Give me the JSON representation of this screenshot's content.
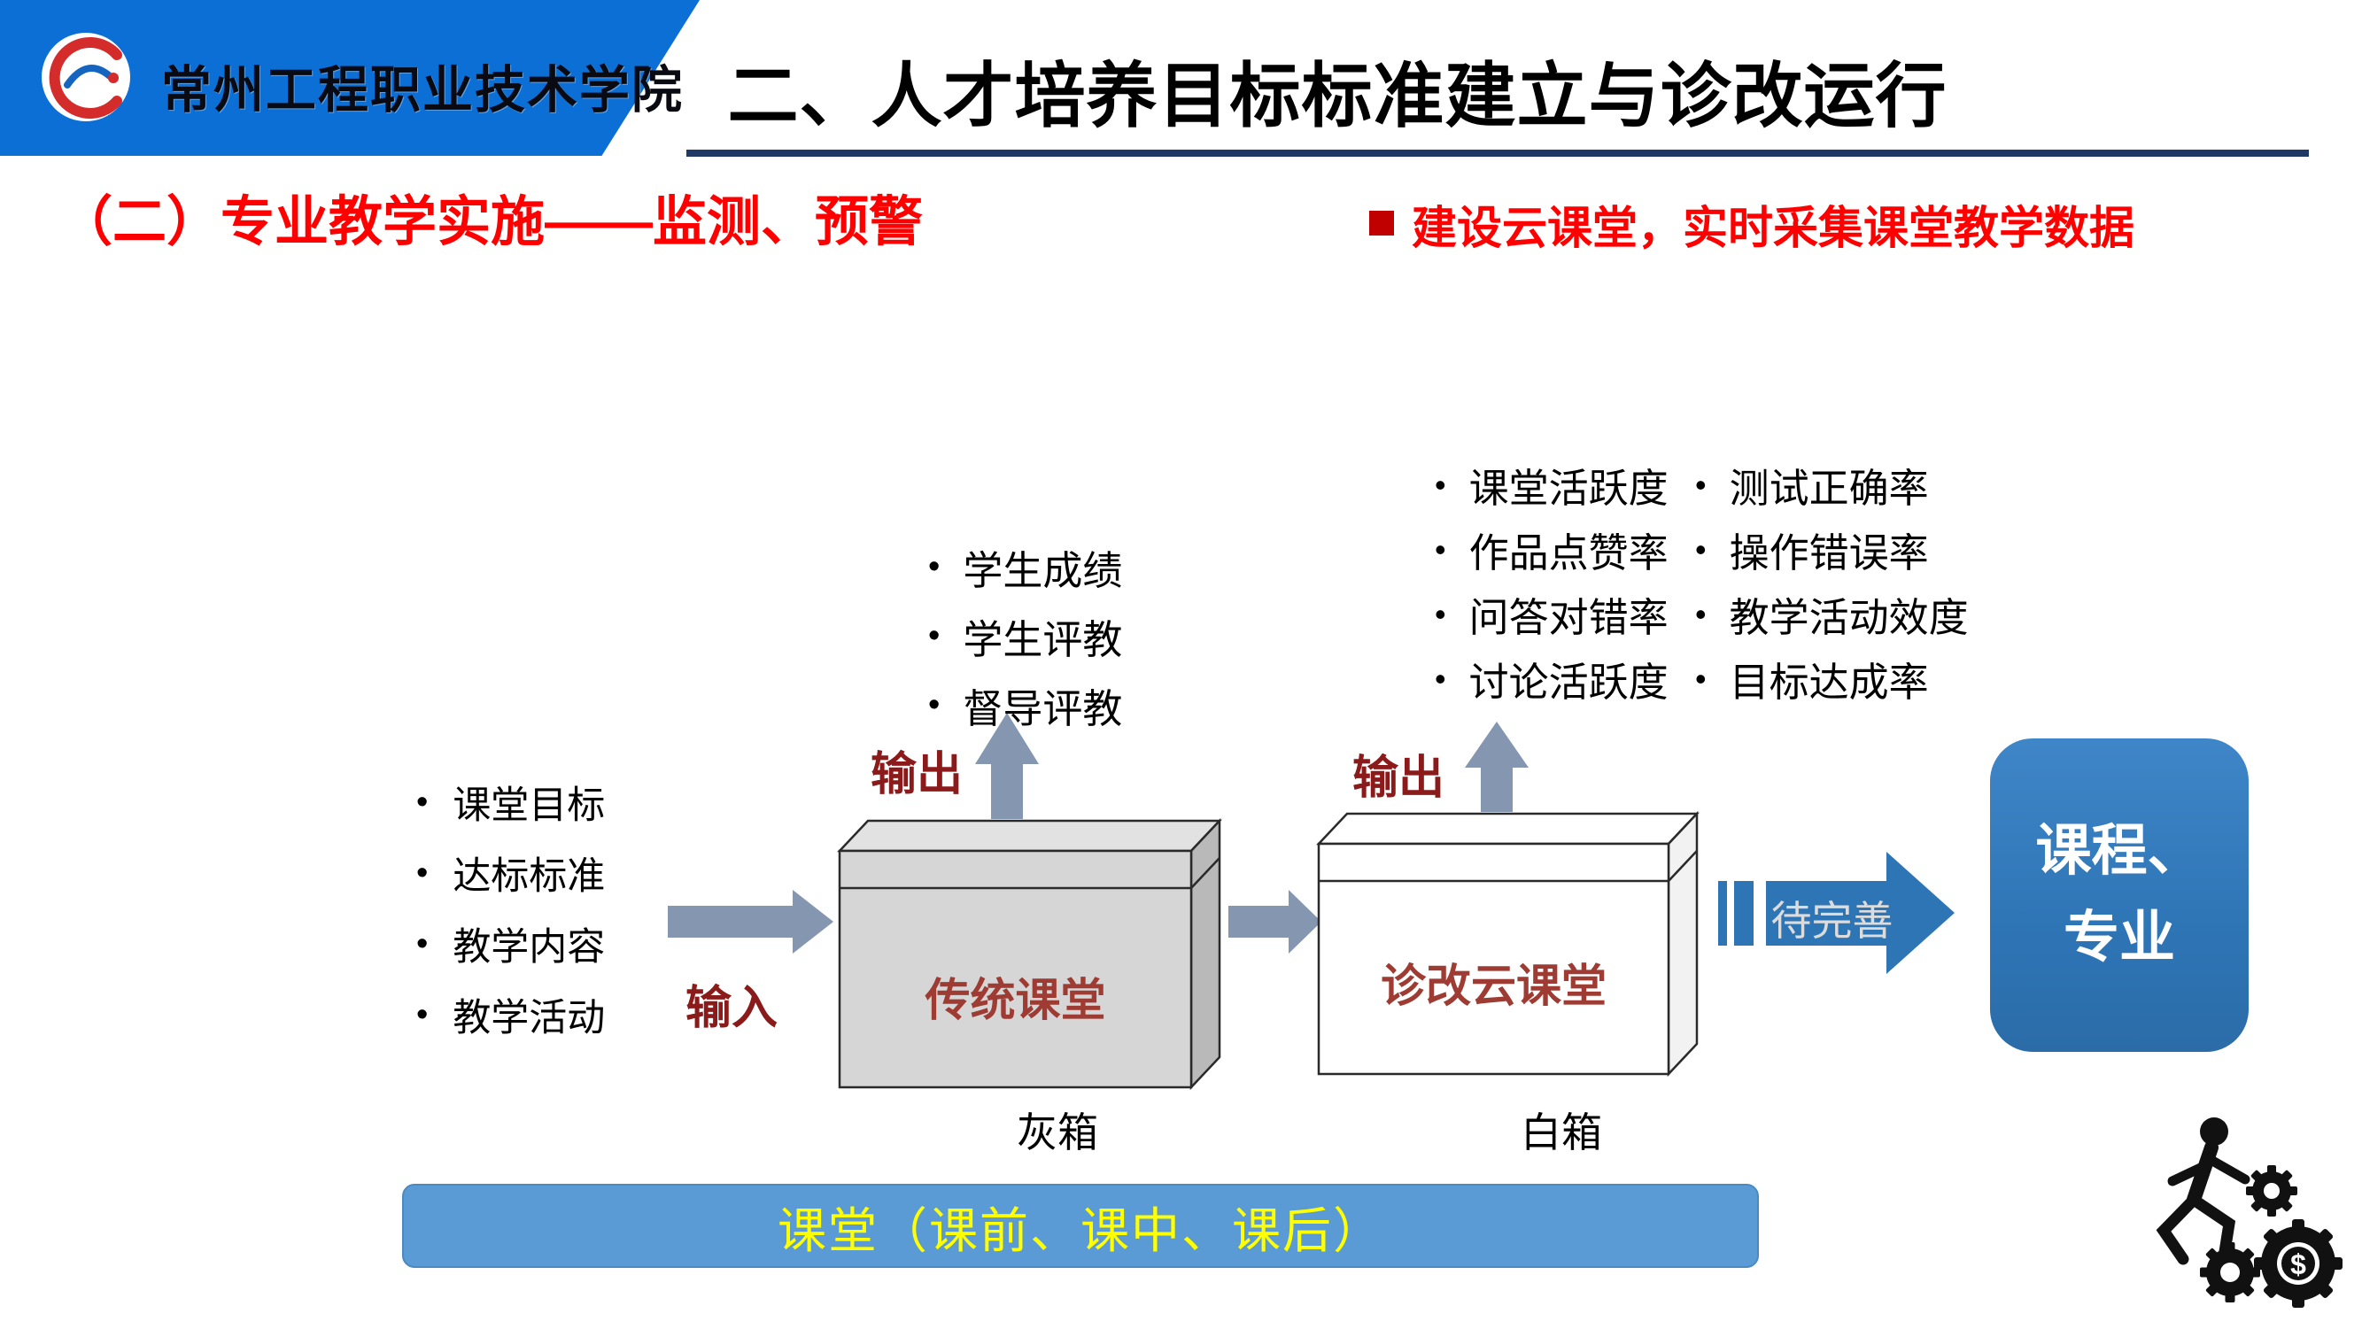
{
  "header": {
    "institution_name": "常州工程职业技术学院",
    "title": "二、人才培养目标标准建立与诊改运行"
  },
  "subtitle": {
    "left_heading": "（二）专业教学实施——监测、预警",
    "right_note": "建设云课堂，实时采集课堂教学数据"
  },
  "diagram": {
    "inputs": {
      "label": "输入",
      "items": [
        "课堂目标",
        "达标标准",
        "教学内容",
        "教学活动"
      ]
    },
    "traditional_box": {
      "label": "传统课堂",
      "caption": "灰箱",
      "output_label": "输出",
      "outputs": [
        "学生成绩",
        "学生评教",
        "督导评教"
      ]
    },
    "cloud_box": {
      "label": "诊改云课堂",
      "caption": "白箱",
      "output_label": "输出",
      "outputs_col1": [
        "课堂活跃度",
        "作品点赞率",
        "问答对错率",
        "讨论活跃度"
      ],
      "outputs_col2": [
        "测试正确率",
        "操作错误率",
        "教学活动效度",
        "目标达成率"
      ]
    },
    "pending_arrow": {
      "label": "待完善"
    },
    "target": {
      "line1": "课程、",
      "line2": "专业"
    },
    "bottom_bar": "课堂（课前、课中、课后）",
    "dollar_sign": "$"
  },
  "colors": {
    "banner_blue": "#0B6FD5",
    "underline_navy": "#1F3864",
    "heading_red": "#FF0000",
    "dark_red_label": "#8B1A1A",
    "box_label_red": "#9E3B32",
    "arrow_gray_blue": "#8496B0",
    "pending_blue": "#2E75B6",
    "bar_blue": "#5B9BD5",
    "bar_text_yellow": "#FFFF00"
  }
}
